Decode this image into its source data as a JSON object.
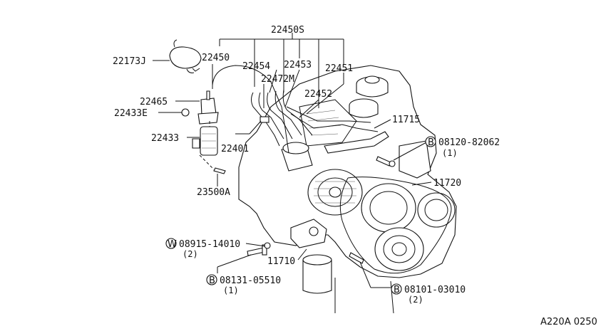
{
  "diagram_code": "A220A 0250",
  "labels": {
    "p22450S": "22450S",
    "p22173J": "22173J",
    "p22450": "22450",
    "p22454": "22454",
    "p22453": "22453",
    "p22472M": "22472M",
    "p22451": "22451",
    "p22452": "22452",
    "p22465": "22465",
    "p22433E": "22433E",
    "p22433": "22433",
    "p22401": "22401",
    "p11715": "11715",
    "p08120": "08120-82062",
    "p08120_qty": "(1)",
    "p23500A": "23500A",
    "p11720": "11720",
    "p08915": "08915-14010",
    "p08915_qty": "(2)",
    "p11710": "11710",
    "p08131": "08131-05510",
    "p08131_qty": "(1)",
    "p08101": "08101-03010",
    "p08101_qty": "(2)"
  },
  "callout_letters": {
    "bolt": "B",
    "washer": "W"
  }
}
